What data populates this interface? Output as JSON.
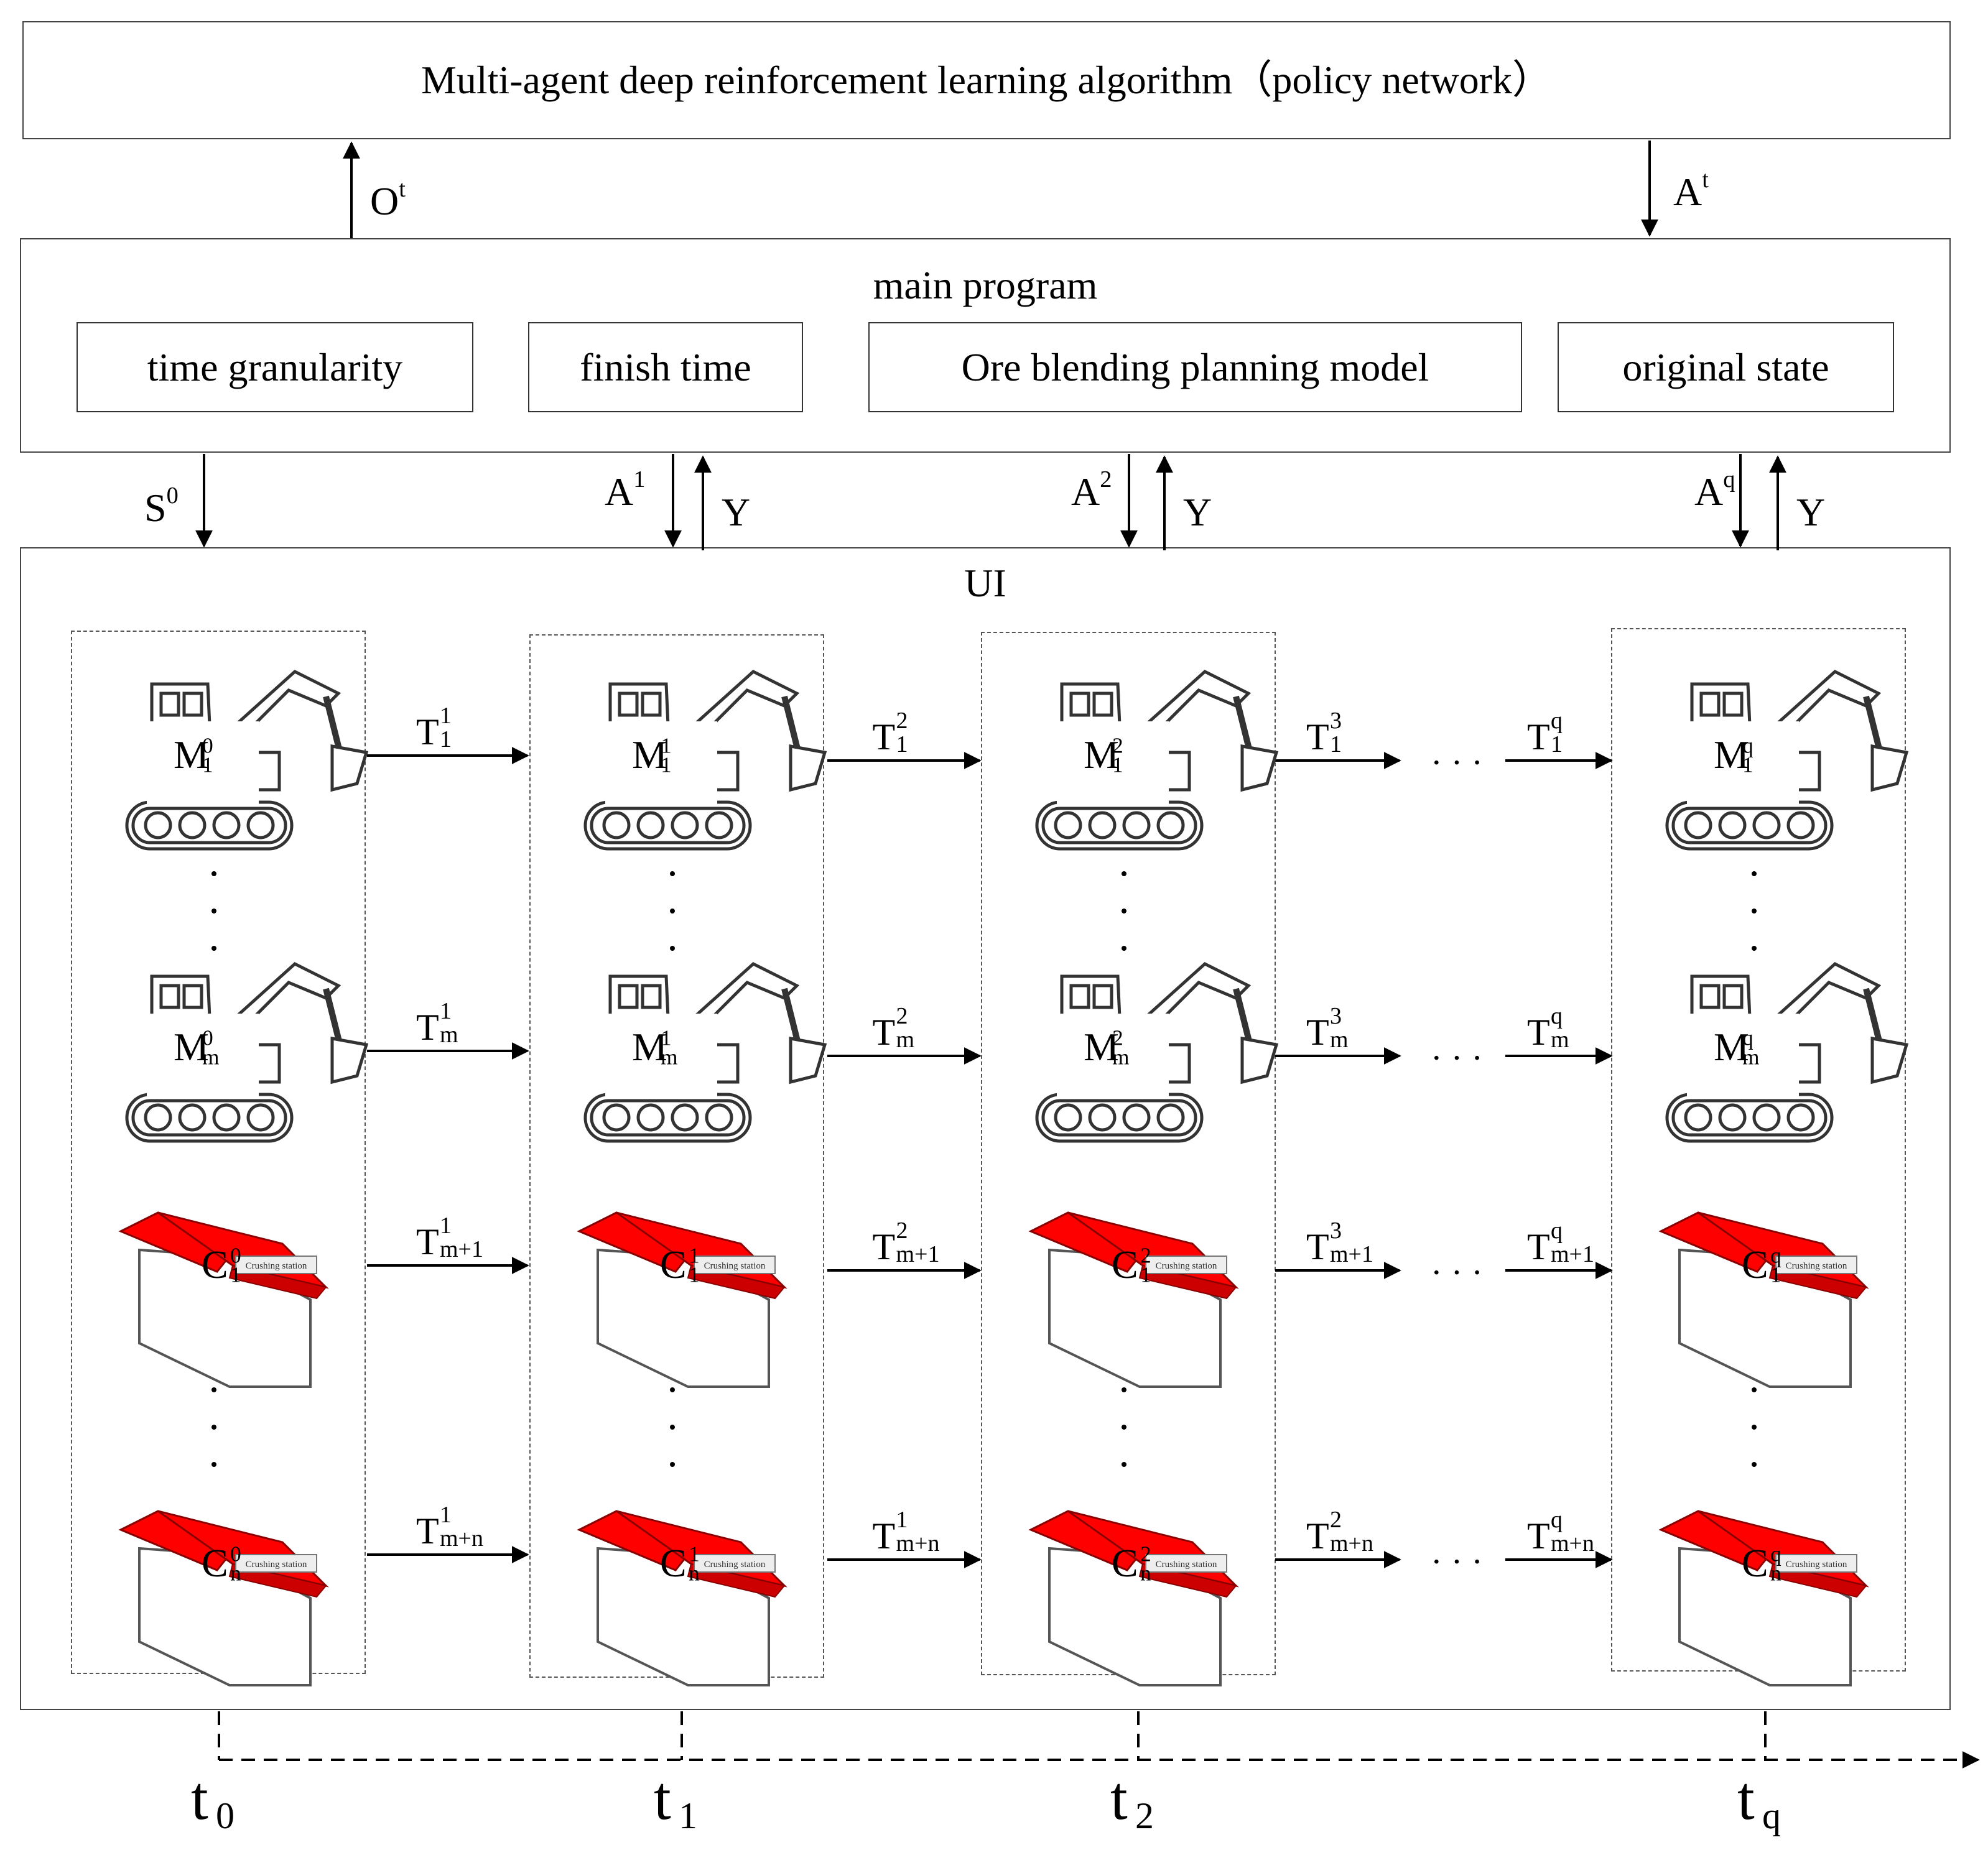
{
  "top_box": {
    "title": "Multi-agent deep reinforcement learning algorithm（policy network）"
  },
  "main_program": {
    "title": "main program",
    "items": [
      "time granularity",
      "finish time",
      "Ore blending planning model",
      "original state"
    ]
  },
  "up_arrow_label": {
    "base": "O",
    "sup": "t"
  },
  "down_arrow_label": {
    "base": "A",
    "sup": "t"
  },
  "ui_box": {
    "title": "UI"
  },
  "interface_labels": {
    "s0": {
      "base": "S",
      "sup": "0"
    },
    "a1": {
      "base": "A",
      "sup": "1"
    },
    "a2": {
      "base": "A",
      "sup": "2"
    },
    "aq": {
      "base": "A",
      "sup": "q"
    },
    "y": "Y"
  },
  "columns": [
    {
      "sup": "0",
      "time": {
        "base": "t",
        "sub": "0"
      }
    },
    {
      "sup": "1",
      "time": {
        "base": "t",
        "sub": "1"
      }
    },
    {
      "sup": "2",
      "time": {
        "base": "t",
        "sub": "2"
      }
    },
    {
      "sup": "q",
      "time": {
        "base": "t",
        "sub": "q"
      }
    }
  ],
  "agent_rows": [
    {
      "kind": "excavator",
      "letter": "M",
      "sub": "1"
    },
    {
      "kind": "excavator",
      "letter": "M",
      "sub": "m"
    },
    {
      "kind": "crusher",
      "letter": "C",
      "sub": "1"
    },
    {
      "kind": "crusher",
      "letter": "C",
      "sub": "n"
    }
  ],
  "transitions": [
    {
      "sub": "1",
      "sups": [
        "1",
        "2",
        "3",
        "q"
      ]
    },
    {
      "sub": "m",
      "sups": [
        "1",
        "2",
        "3",
        "q"
      ]
    },
    {
      "sub": "m+1",
      "sups": [
        "1",
        "2",
        "3",
        "q"
      ]
    },
    {
      "sub": "m+n",
      "sups": [
        "1",
        "1",
        "2",
        "q"
      ]
    }
  ],
  "crusher_sign": "Crushing station",
  "ellipsis": "· · ·",
  "colors": {
    "roof": "#ff0000",
    "line": "#000000",
    "frame": "#444444"
  }
}
